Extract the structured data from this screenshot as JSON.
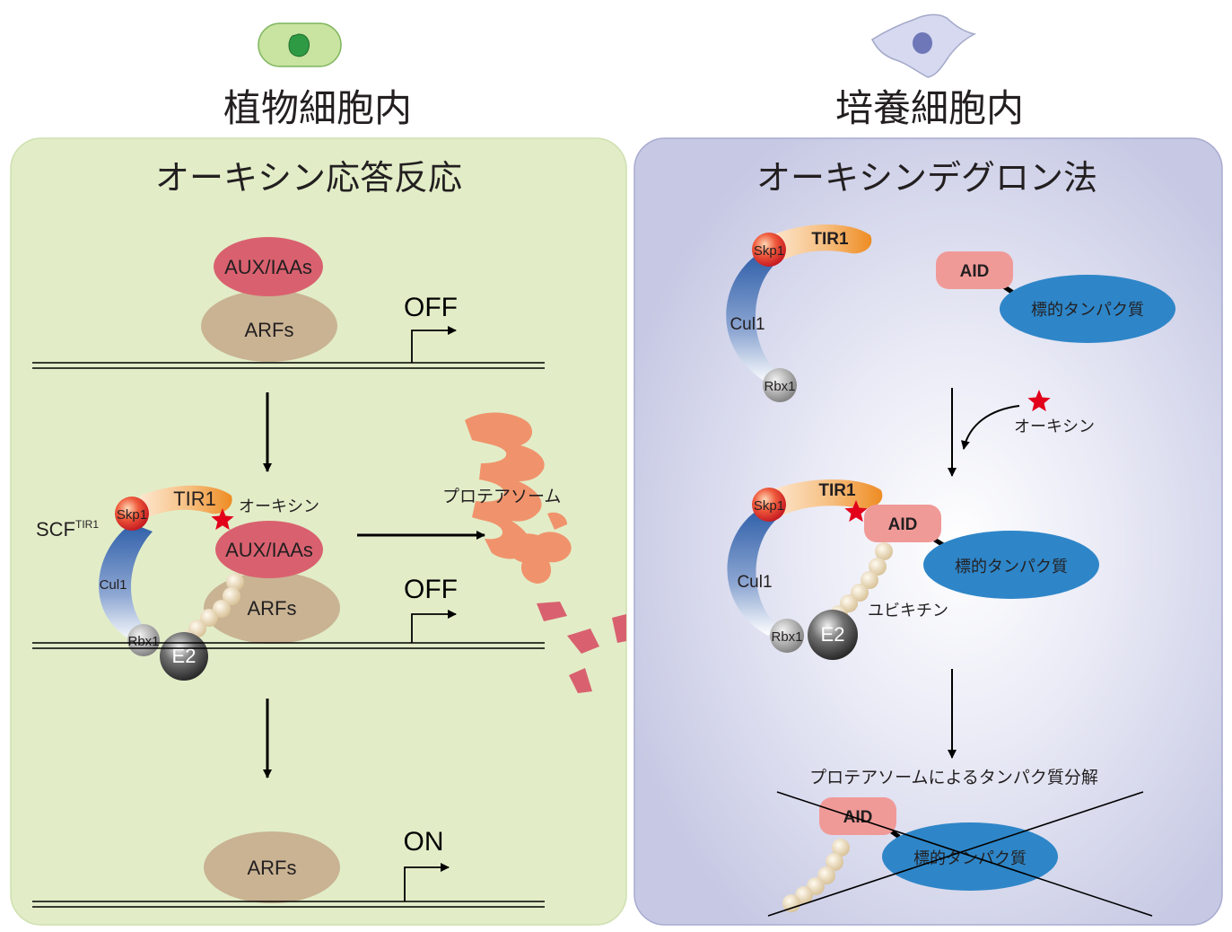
{
  "colors": {
    "plant_panel": "#e2edc8",
    "culture_panel": "#cbcde6",
    "aux_iaa": "#d9616f",
    "arfs": "#c9b393",
    "proteasome": "#f0936c",
    "target_protein": "#2e86c8",
    "aid": "#f09a98",
    "star": "#e2001a"
  },
  "icons": {
    "plant_cell": "plant-cell-icon",
    "cultured_cell": "cultured-cell-icon"
  },
  "left": {
    "caption": "植物細胞内",
    "title": "オーキシン応答反応",
    "state1": {
      "top": "AUX/IAAs",
      "bottom": "ARFs",
      "switch": "OFF"
    },
    "state2": {
      "scf": "SCF",
      "scf_sup": "TIR1",
      "skp1": "Skp1",
      "tir1": "TIR1",
      "cul1": "Cul1",
      "rbx1": "Rbx1",
      "e2": "E2",
      "auxin": "オーキシン",
      "aux_iaa": "AUX/IAAs",
      "arfs": "ARFs",
      "switch": "OFF",
      "proteasome": "プロテアソーム"
    },
    "state3": {
      "arfs": "ARFs",
      "switch": "ON"
    }
  },
  "right": {
    "caption": "培養細胞内",
    "title": "オーキシンデグロン法",
    "state1": {
      "tir1": "TIR1",
      "skp1": "Skp1",
      "cul1": "Cul1",
      "rbx1": "Rbx1",
      "aid": "AID",
      "target": "標的タンパク質"
    },
    "auxin": "オーキシン",
    "state2": {
      "tir1": "TIR1",
      "skp1": "Skp1",
      "cul1": "Cul1",
      "rbx1": "Rbx1",
      "e2": "E2",
      "aid": "AID",
      "target": "標的タンパク質",
      "ubiquitin": "ユビキチン"
    },
    "state3": {
      "label": "プロテアソームによるタンパク質分解",
      "aid": "AID",
      "target": "標的タンパク質"
    }
  }
}
